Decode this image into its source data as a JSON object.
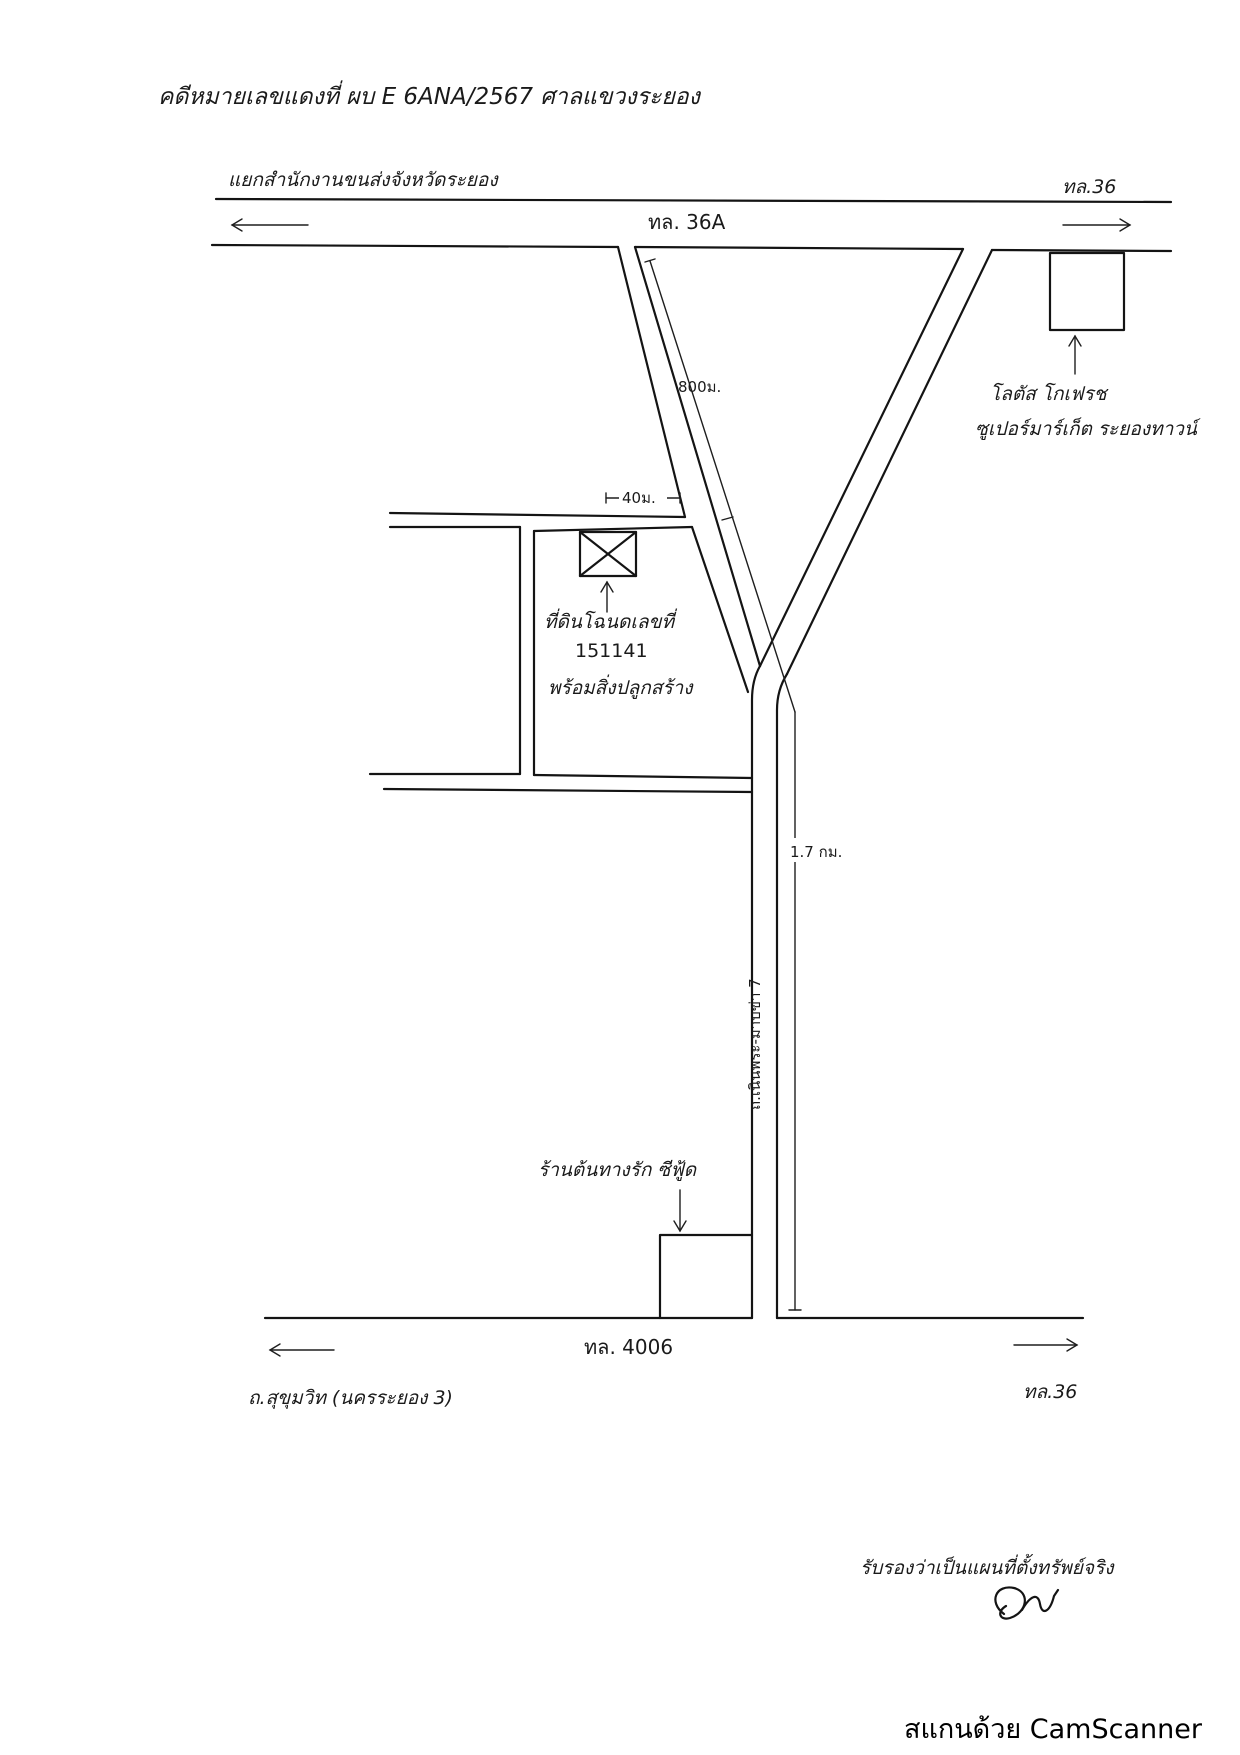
{
  "header": {
    "title": "คดีหมายเลขแดงที่ ผบ E 6ANA/2567 ศาลแขวงระยอง"
  },
  "roads": {
    "top_left_label": "แยกสำนักงานขนส่งจังหวัดระยอง",
    "top_right_label": "ทล.36",
    "top_center_label": "ทล. 36A",
    "vertical_road_label": "ถ.เนินพระ-มาบข่า 7",
    "bottom_center_label": "ทล. 4006",
    "bottom_left_label": "ถ.สุขุมวิท (นครระยอง 3)",
    "bottom_right_label": "ทล.36"
  },
  "distances": {
    "diagonal": "800ม.",
    "short": "40ม.",
    "vertical": "1.7 กม."
  },
  "landmarks": {
    "lotus_name": "โลตัส โกเฟรช",
    "lotus_sub": "ซูเปอร์มาร์เก็ต ระยองทาวน์",
    "land_line1": "ที่ดินโฉนดเลขที่",
    "land_line2": "151141",
    "land_line3": "พร้อมสิ่งปลูกสร้าง",
    "shop": "ร้านต้นทางรัก ซีฟู้ด"
  },
  "certification": {
    "text": "รับรองว่าเป็นแผนที่ตั้งทรัพย์จริง",
    "signature": "(ลายมือชื่อ)"
  },
  "footer": {
    "scanner_text": "สแกนด้วย CamScanner"
  }
}
